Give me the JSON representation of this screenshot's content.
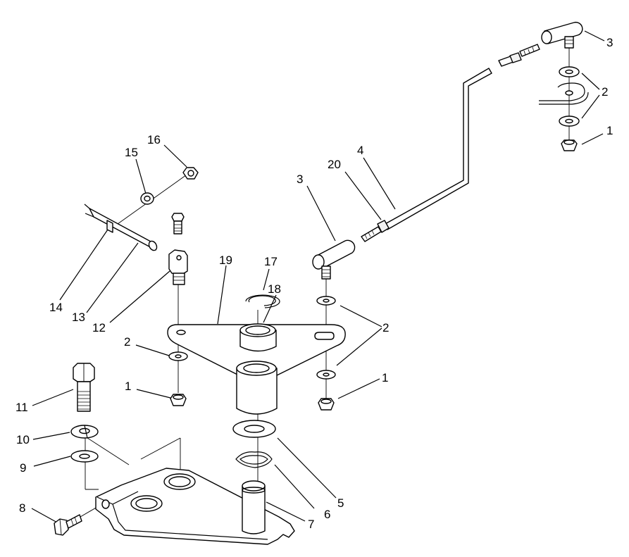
{
  "diagram": {
    "callouts": [
      {
        "id": "c3-top",
        "text": "3"
      },
      {
        "id": "c2-top",
        "text": "2"
      },
      {
        "id": "c1-top",
        "text": "1"
      },
      {
        "id": "c4",
        "text": "4"
      },
      {
        "id": "c20",
        "text": "20"
      },
      {
        "id": "c3-mid",
        "text": "3"
      },
      {
        "id": "c16",
        "text": "16"
      },
      {
        "id": "c15",
        "text": "15"
      },
      {
        "id": "c19",
        "text": "19"
      },
      {
        "id": "c17",
        "text": "17"
      },
      {
        "id": "c18",
        "text": "18"
      },
      {
        "id": "c14",
        "text": "14"
      },
      {
        "id": "c13",
        "text": "13"
      },
      {
        "id": "c12",
        "text": "12"
      },
      {
        "id": "c2-mid",
        "text": "2"
      },
      {
        "id": "c2-left",
        "text": "2"
      },
      {
        "id": "c1-left",
        "text": "1"
      },
      {
        "id": "c1-right",
        "text": "1"
      },
      {
        "id": "c11",
        "text": "11"
      },
      {
        "id": "c10",
        "text": "10"
      },
      {
        "id": "c9",
        "text": "9"
      },
      {
        "id": "c8",
        "text": "8"
      },
      {
        "id": "c5",
        "text": "5"
      },
      {
        "id": "c6",
        "text": "6"
      },
      {
        "id": "c7",
        "text": "7"
      }
    ]
  }
}
